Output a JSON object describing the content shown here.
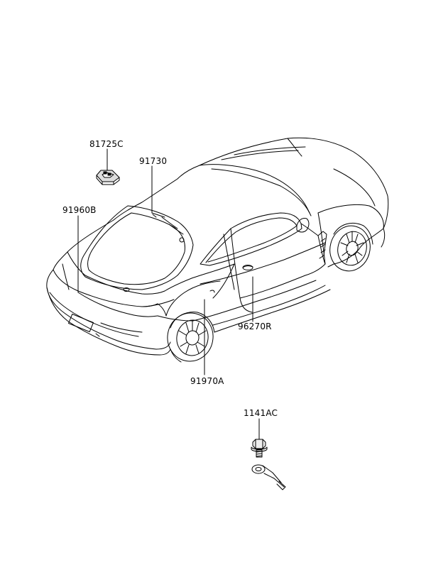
{
  "parts": [
    {
      "code": "81725C"
    },
    {
      "code": "91730"
    },
    {
      "code": "91960B"
    },
    {
      "code": "96270R"
    },
    {
      "code": "91970A"
    },
    {
      "code": "1141AC"
    }
  ]
}
